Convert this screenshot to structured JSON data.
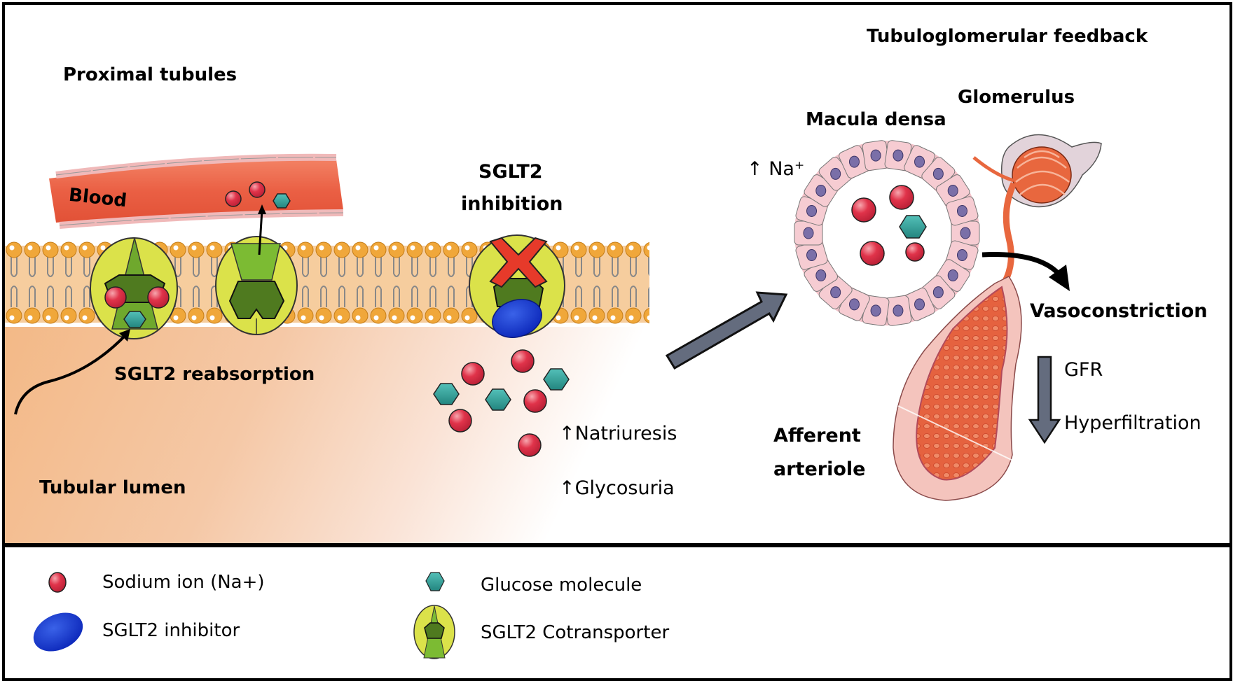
{
  "figure": {
    "left_panel": {
      "title": "Proximal tubules",
      "blood_label": "Blood",
      "reabsorption_label": "SGLT2 reabsorption",
      "lumen_label": "Tubular lumen",
      "inhibition_label_line1": "SGLT2",
      "inhibition_label_line2": "inhibition",
      "natriuresis_label": "↑Natriuresis",
      "glycosuria_label": "↑Glycosuria"
    },
    "right_panel": {
      "title": "Tubuloglomerular feedback",
      "macula_densa_label": "Macula densa",
      "glomerulus_label": "Glomerulus",
      "sodium_label": "↑ Na⁺",
      "vasoconstriction_label": "Vasoconstriction",
      "gfr_label": "GFR",
      "hyperfiltration_label": "Hyperfiltration",
      "afferent_label_line1": "Afferent",
      "afferent_label_line2": "arteriole"
    },
    "colors": {
      "sodium": "#e0334a",
      "glucose": "#2e9c96",
      "inhibitor": "#1133cc",
      "transporter_outer": "#dbe24a",
      "transporter_inner": "#4f7a1f",
      "lipid_head": "#f0a73a",
      "blood": "#e9573a",
      "block_x": "#e63a2a",
      "arrow_gray": "#646c7e"
    }
  },
  "legend": {
    "items": [
      {
        "icon": "sodium-ion-icon",
        "label": "Sodium ion (Na+)"
      },
      {
        "icon": "glucose-molecule-icon",
        "label": "Glucose molecule"
      },
      {
        "icon": "sglt2-inhibitor-icon",
        "label": "SGLT2 inhibitor"
      },
      {
        "icon": "sglt2-cotransporter-icon",
        "label": "SGLT2 Cotransporter"
      }
    ]
  }
}
